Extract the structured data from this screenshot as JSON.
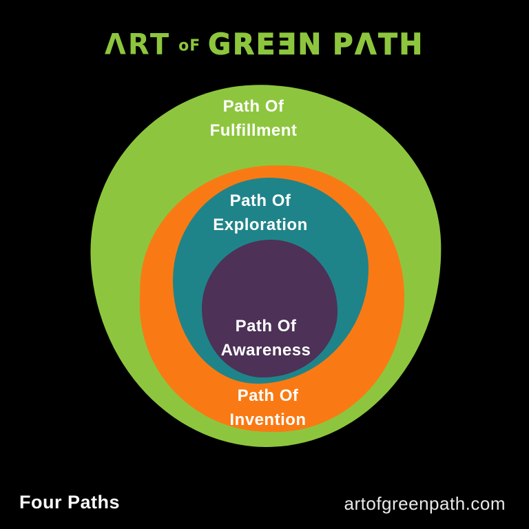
{
  "canvas": {
    "background": "#000000"
  },
  "logo": {
    "text": "ART of GREEN PATH",
    "parts": [
      "ΛRT",
      "oF",
      "GREƎN",
      "PΛTH"
    ],
    "color": "#8DC63E"
  },
  "diagram": {
    "type": "nested-blobs",
    "text_color": "#FFFFFF",
    "levels": [
      {
        "name": "fulfillment",
        "color": "#8DC63E",
        "label": [
          "Path Of",
          "Fulfillment"
        ]
      },
      {
        "name": "invention",
        "color": "#F97A14",
        "label": [
          "Path Of",
          "Invention"
        ]
      },
      {
        "name": "exploration",
        "color": "#1F8489",
        "label": [
          "Path Of",
          "Exploration"
        ]
      },
      {
        "name": "awareness",
        "color": "#4D3157",
        "label": [
          "Path Of",
          "Awareness"
        ]
      }
    ]
  },
  "footer": {
    "left_text": "Four Paths",
    "right_text": "artofgreenpath.com"
  }
}
